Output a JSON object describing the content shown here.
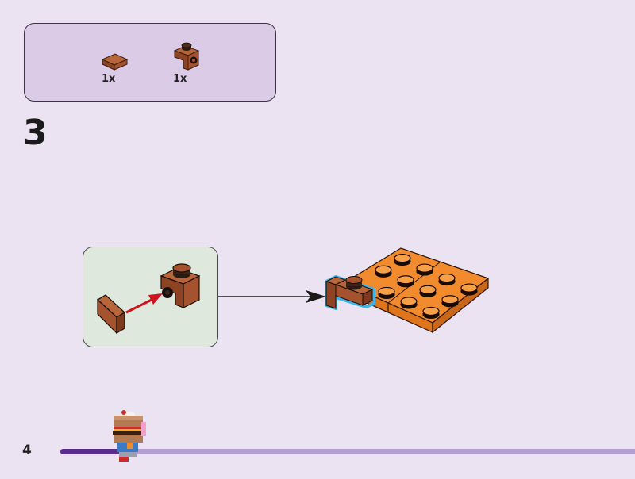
{
  "parts_list": {
    "items": [
      {
        "name": "tile-1x1-reddish-brown",
        "quantity": "1x"
      },
      {
        "name": "bracket-1x1-reddish-brown",
        "quantity": "1x"
      }
    ]
  },
  "step": {
    "number": "3"
  },
  "page": {
    "number": "4"
  },
  "progress": {
    "fraction": 0.108
  },
  "colors": {
    "background": "#ece3f2",
    "parts_box": "#dccbe7",
    "callout": "#dfe8dd",
    "brown": "#a4532e",
    "orange": "#f28b2e",
    "highlight": "#3fb4e6",
    "arrow_red": "#d0121e",
    "progress_done": "#5b2c8f",
    "progress_remaining": "#b3a0d0"
  }
}
